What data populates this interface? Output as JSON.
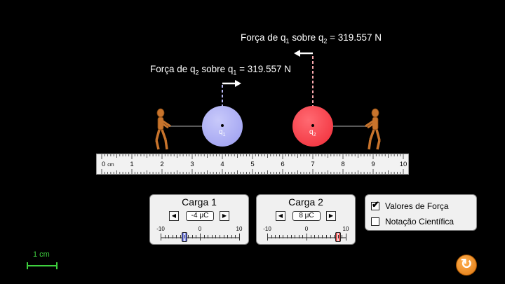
{
  "forces": {
    "upper": {
      "prefix": "Força de q",
      "sub1": "1",
      "mid": " sobre q",
      "sub2": "2",
      "value": " = 319.557 N"
    },
    "lower": {
      "prefix": "Força de q",
      "sub1": "2",
      "mid": " sobre q",
      "sub2": "1",
      "value": " = 319.557 N"
    }
  },
  "charges": {
    "q1": {
      "letter": "q",
      "sub": "1",
      "color": "#9a9cf0"
    },
    "q2": {
      "letter": "q",
      "sub": "2",
      "color": "#f02a36"
    }
  },
  "ruler": {
    "unit": "cm",
    "labels": [
      "0",
      "1",
      "2",
      "3",
      "4",
      "5",
      "6",
      "7",
      "8",
      "9",
      "10"
    ]
  },
  "panel1": {
    "title": "Carga 1",
    "value": "-4 μC",
    "min_label": "-10",
    "mid_label": "0",
    "max_label": "10",
    "value_num": -4,
    "thumb_color": "#2233cc"
  },
  "panel2": {
    "title": "Carga 2",
    "value": "8 μC",
    "min_label": "-10",
    "mid_label": "0",
    "max_label": "10",
    "value_num": 8,
    "thumb_color": "#dd1111"
  },
  "options": {
    "force_values": {
      "label": "Valores de Força",
      "checked": true
    },
    "scientific": {
      "label": "Notação Científica",
      "checked": false
    }
  },
  "scale": {
    "label": "1 cm"
  },
  "icons": {
    "left_arrow": "◀",
    "right_arrow": "▶",
    "reset": "↻",
    "check": "✔"
  },
  "colors": {
    "scale_green": "#3ecf3e",
    "reset_orange": "#f08a1c"
  }
}
